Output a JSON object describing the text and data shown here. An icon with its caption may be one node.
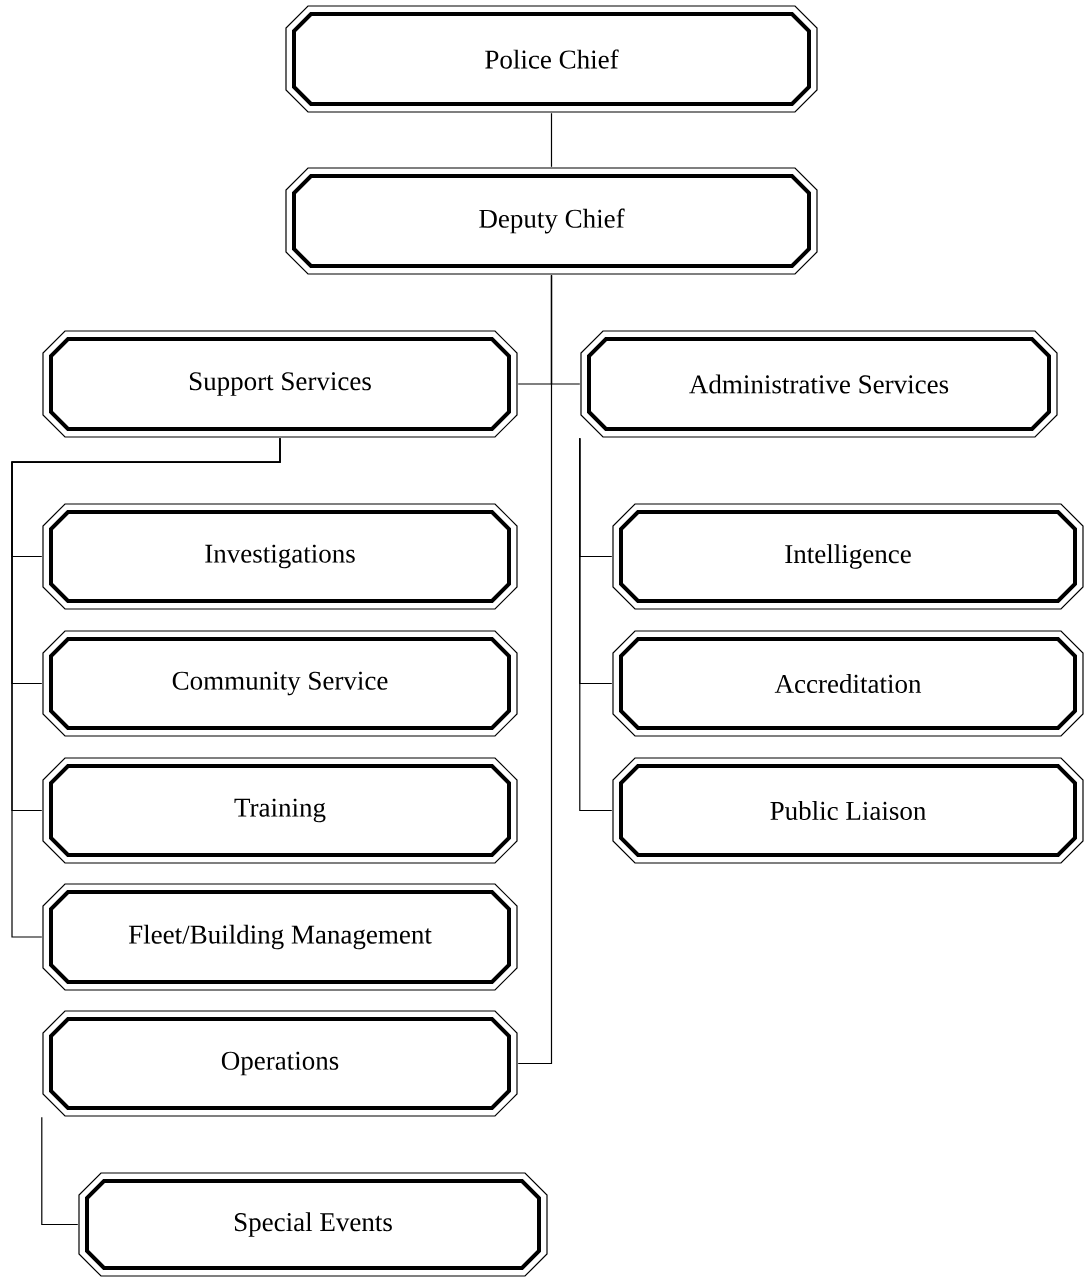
{
  "diagram": {
    "nodes": [
      {
        "text": [
          "Police Chief"
        ]
      },
      {
        "text": [
          "Deputy Chief"
        ]
      },
      {
        "text": [
          "Support Services"
        ]
      },
      {
        "text": [
          "Administrative Services"
        ]
      },
      {
        "text": [
          "Investigations"
        ]
      },
      {
        "text": [
          "Community Service"
        ]
      },
      {
        "text": [
          "Training"
        ]
      },
      {
        "text": [
          "Fleet/Building Management"
        ]
      },
      {
        "text": [
          "Operations"
        ]
      },
      {
        "text": [
          "Intelligence"
        ]
      },
      {
        "text": [
          "Accreditation"
        ]
      },
      {
        "text": [
          "Public Liaison"
        ]
      },
      {
        "text": [
          "Special Events"
        ]
      }
    ],
    "edges": [
      {
        "from": 0,
        "to": 1,
        "arrow": "none"
      },
      {
        "from": 1,
        "to": 2,
        "arrow": "none"
      },
      {
        "from": 1,
        "to": 3,
        "arrow": "none"
      },
      {
        "from": 1,
        "to": 8,
        "arrow": "none"
      },
      {
        "from": 2,
        "to": 4,
        "arrow": "none"
      },
      {
        "from": 2,
        "to": 5,
        "arrow": "none"
      },
      {
        "from": 2,
        "to": 6,
        "arrow": "none"
      },
      {
        "from": 2,
        "to": 7,
        "arrow": "none"
      },
      {
        "from": 3,
        "to": 9,
        "arrow": "none"
      },
      {
        "from": 3,
        "to": 10,
        "arrow": "none"
      },
      {
        "from": 3,
        "to": 11,
        "arrow": "none"
      },
      {
        "from": 8,
        "to": 12,
        "arrow": "none"
      }
    ]
  }
}
